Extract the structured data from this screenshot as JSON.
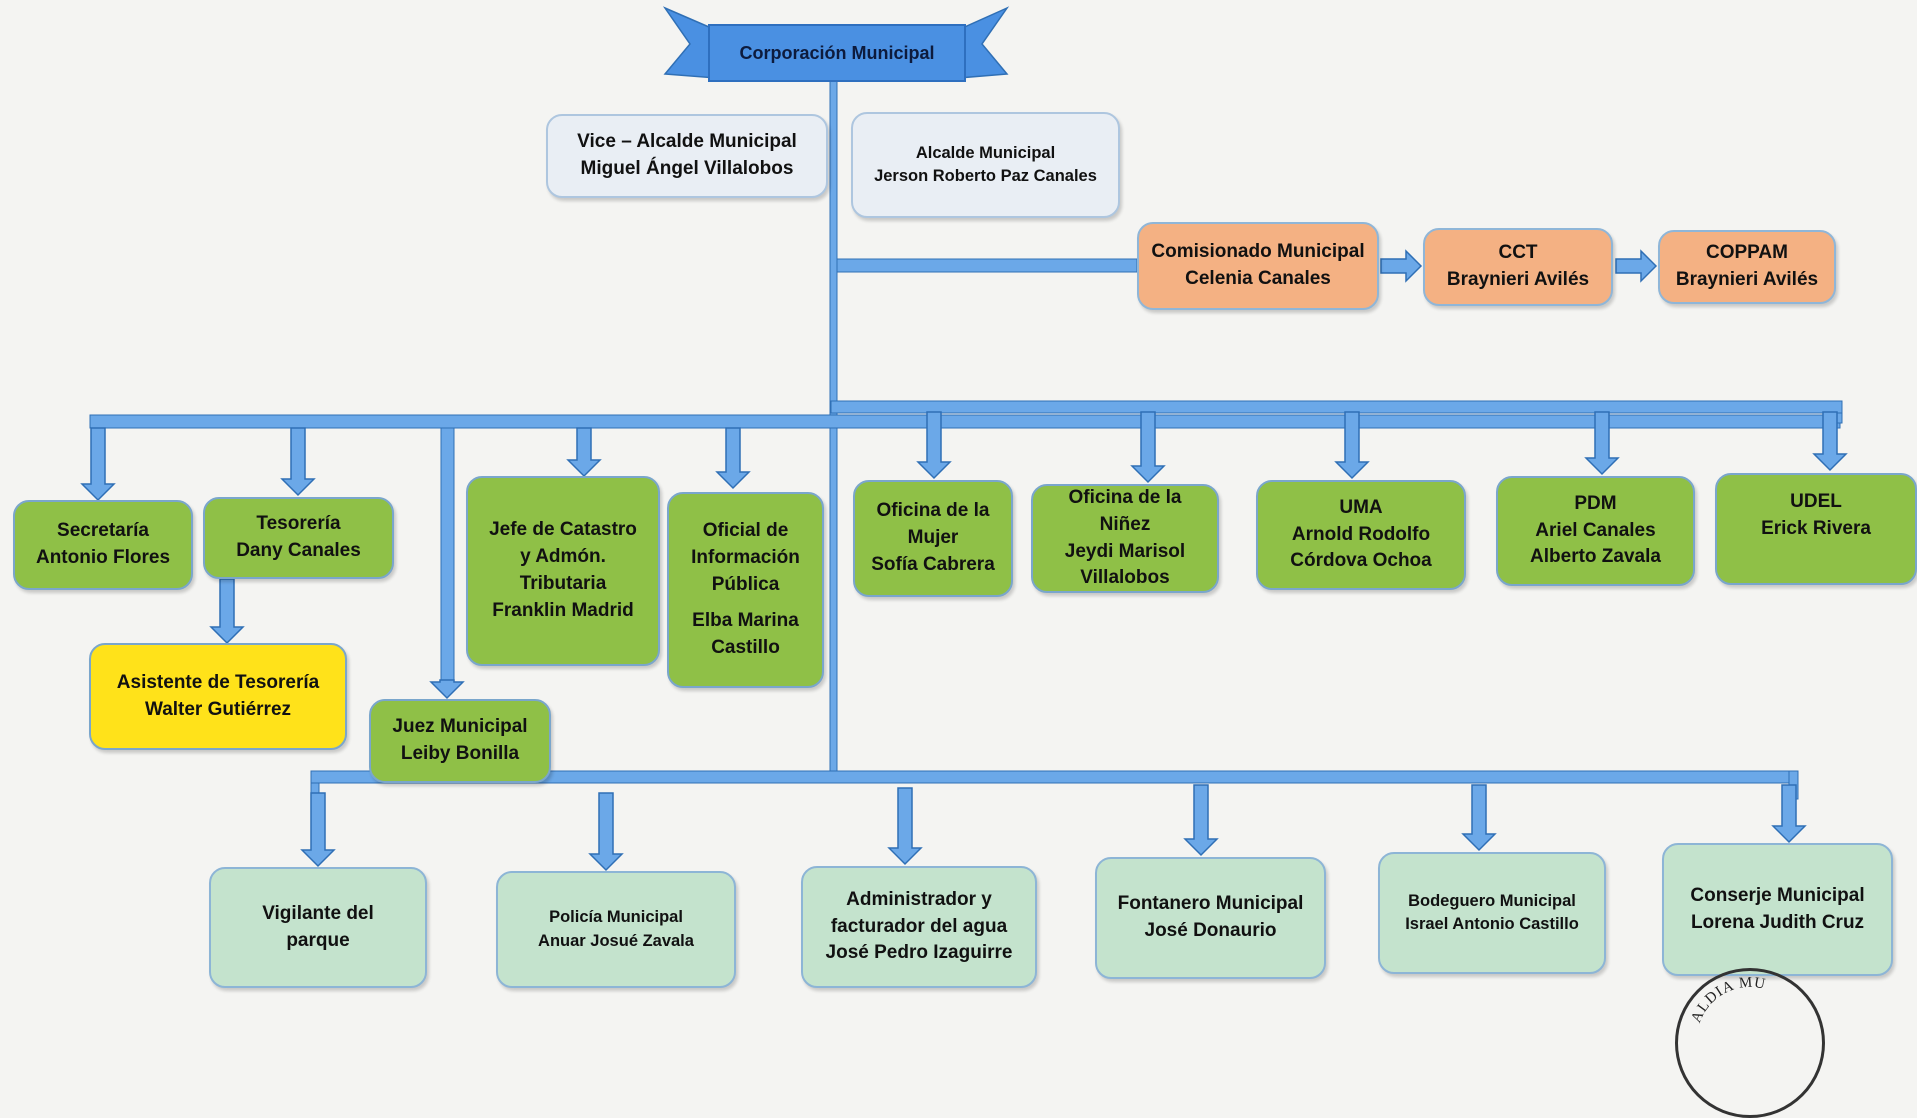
{
  "title": "Corporación Municipal",
  "colors": {
    "connector": "#6ba8e8",
    "banner": "#4a90e2",
    "pale": "#e9eef4",
    "orange": "#f4b183",
    "green": "#8fc047",
    "yellow": "#ffe21a",
    "mint": "#c4e3cd"
  },
  "council": {
    "vice_alcalde": [
      "Vice – Alcalde Municipal",
      "Miguel Ángel Villalobos"
    ],
    "alcalde": [
      "Alcalde Municipal",
      "Jerson Roberto Paz  Canales"
    ]
  },
  "commission": {
    "comisionado": [
      "Comisionado Municipal",
      "Celenia Canales"
    ],
    "cct": [
      "CCT",
      "Braynieri Avilés"
    ],
    "coppam": [
      "COPPAM",
      "Braynieri Avilés"
    ]
  },
  "departments": {
    "secretaria": [
      "Secretaría",
      "Antonio Flores"
    ],
    "tesoreria": [
      "Tesorería",
      "Dany Canales"
    ],
    "asistente_tesoreria": [
      "Asistente de Tesorería",
      "Walter Gutiérrez"
    ],
    "juez": [
      "Juez Municipal",
      "Leiby Bonilla"
    ],
    "catastro": [
      "Jefe de Catastro",
      "y Admón.",
      "Tributaria",
      "Franklin Madrid"
    ],
    "informacion": [
      "Oficial de",
      "Información",
      "Pública",
      "Elba Marina",
      "Castillo"
    ],
    "mujer": [
      "Oficina de la",
      "Mujer",
      "Sofía Cabrera"
    ],
    "ninez": [
      "Oficina de la Niñez",
      "Jeydi Marisol",
      "Villalobos"
    ],
    "uma": [
      "UMA",
      "Arnold Rodolfo",
      "Córdova Ochoa"
    ],
    "pdm": [
      "PDM",
      "Ariel Canales",
      "Alberto Zavala"
    ],
    "udel": [
      "UDEL",
      "Erick Rivera"
    ]
  },
  "staff": {
    "vigilante": [
      "Vigilante del",
      "parque"
    ],
    "policia": [
      "Policía Municipal",
      "Anuar Josué Zavala"
    ],
    "agua": [
      "Administrador y",
      "facturador del agua",
      "José Pedro Izaguirre"
    ],
    "fontanero": [
      "Fontanero Municipal",
      "José Donaurio"
    ],
    "bodeguero": [
      "Bodeguero Municipal",
      "Israel Antonio Castillo"
    ],
    "conserje": [
      "Conserje Municipal",
      "Lorena Judith Cruz"
    ]
  },
  "stamp_text": "ALDIA MU"
}
